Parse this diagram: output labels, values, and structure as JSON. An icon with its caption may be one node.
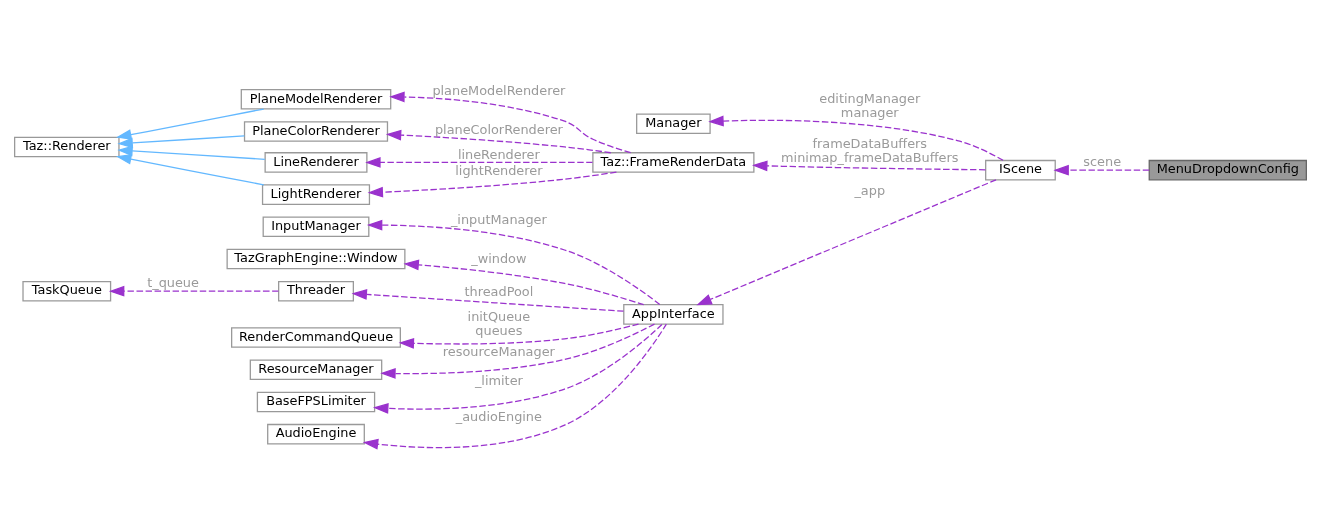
{
  "diagram": {
    "nodes": [
      {
        "text": [
          "MenuDropdownConfig"
        ]
      },
      {
        "text": [
          "IScene"
        ]
      },
      {
        "text": [
          "Manager"
        ]
      },
      {
        "text": [
          "Taz::FrameRenderData"
        ]
      },
      {
        "text": [
          "PlaneModelRenderer"
        ]
      },
      {
        "text": [
          "PlaneColorRenderer"
        ]
      },
      {
        "text": [
          "LineRenderer"
        ]
      },
      {
        "text": [
          "LightRenderer"
        ]
      },
      {
        "text": [
          "Taz::Renderer"
        ]
      },
      {
        "text": [
          "AppInterface"
        ]
      },
      {
        "text": [
          "InputManager"
        ]
      },
      {
        "text": [
          "TazGraphEngine::Window"
        ]
      },
      {
        "text": [
          "Threader"
        ]
      },
      {
        "text": [
          "TaskQueue"
        ]
      },
      {
        "text": [
          "RenderCommandQueue"
        ]
      },
      {
        "text": [
          "ResourceManager"
        ]
      },
      {
        "text": [
          "BaseFPSLimiter"
        ]
      },
      {
        "text": [
          "AudioEngine"
        ]
      }
    ],
    "edges": [
      {
        "from": 0,
        "to": 1,
        "arrow": "to",
        "label": "scene",
        "style": "dashed"
      },
      {
        "from": 1,
        "to": 2,
        "arrow": "to",
        "label": "editingManager manager",
        "style": "dashed"
      },
      {
        "from": 1,
        "to": 3,
        "arrow": "to",
        "label": "frameDataBuffers minimap_frameDataBuffers",
        "style": "dashed"
      },
      {
        "from": 1,
        "to": 9,
        "arrow": "to",
        "label": "_app",
        "style": "dashed"
      },
      {
        "from": 3,
        "to": 4,
        "arrow": "to",
        "label": "planeModelRenderer",
        "style": "dashed"
      },
      {
        "from": 3,
        "to": 5,
        "arrow": "to",
        "label": "planeColorRenderer",
        "style": "dashed"
      },
      {
        "from": 3,
        "to": 6,
        "arrow": "to",
        "label": "lineRenderer",
        "style": "dashed"
      },
      {
        "from": 3,
        "to": 7,
        "arrow": "to",
        "label": "lightRenderer",
        "style": "dashed"
      },
      {
        "from": 4,
        "to": 8,
        "arrow": "to",
        "color": "#63b8ff"
      },
      {
        "from": 5,
        "to": 8,
        "arrow": "to",
        "color": "#63b8ff"
      },
      {
        "from": 6,
        "to": 8,
        "arrow": "to",
        "color": "#63b8ff"
      },
      {
        "from": 7,
        "to": 8,
        "arrow": "to",
        "color": "#63b8ff"
      },
      {
        "from": 9,
        "to": 10,
        "arrow": "to",
        "label": "_inputManager",
        "style": "dashed"
      },
      {
        "from": 9,
        "to": 11,
        "arrow": "to",
        "label": "_window",
        "style": "dashed"
      },
      {
        "from": 9,
        "to": 12,
        "arrow": "to",
        "label": "threadPool",
        "style": "dashed"
      },
      {
        "from": 12,
        "to": 13,
        "arrow": "to",
        "label": "t_queue",
        "style": "dashed"
      },
      {
        "from": 9,
        "to": 14,
        "arrow": "to",
        "label": "initQueue queues",
        "style": "dashed"
      },
      {
        "from": 9,
        "to": 15,
        "arrow": "to",
        "label": "resourceManager",
        "style": "dashed"
      },
      {
        "from": 9,
        "to": 16,
        "arrow": "to",
        "label": "_limiter",
        "style": "dashed"
      },
      {
        "from": 9,
        "to": 17,
        "arrow": "to",
        "label": "_audioEngine",
        "style": "dashed"
      }
    ]
  }
}
